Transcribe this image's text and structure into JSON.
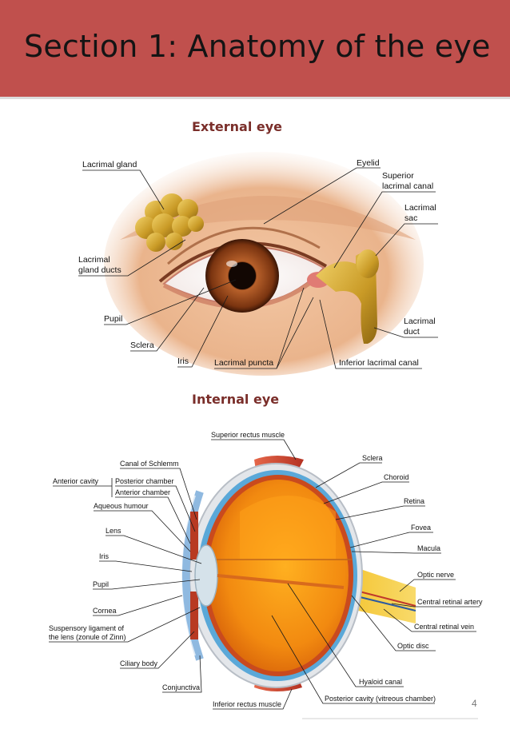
{
  "page": {
    "title": "Section 1: Anatomy of the eye",
    "page_number": "4"
  },
  "external_eye": {
    "heading": "External eye",
    "labels": {
      "lacrimal_gland": "Lacrimal gland",
      "eyelid": "Eyelid",
      "superior_canal_1": "Superior",
      "superior_canal_2": "lacrimal canal",
      "lacrimal_sac_1": "Lacrimal",
      "lacrimal_sac_2": "sac",
      "gland_ducts_1": "Lacrimal",
      "gland_ducts_2": "gland ducts",
      "pupil": "Pupil",
      "sclera": "Sclera",
      "iris": "Iris",
      "lacrimal_puncta": "Lacrimal puncta",
      "inferior_canal": "Inferior lacrimal canal",
      "lacrimal_duct_1": "Lacrimal",
      "lacrimal_duct_2": "duct"
    }
  },
  "internal_eye": {
    "heading": "Internal eye",
    "labels": {
      "superior_rectus": "Superior rectus muscle",
      "canal_schlemm": "Canal of Schlemm",
      "anterior_cavity": "Anterior cavity",
      "posterior_chamber": "Posterior chamber",
      "anterior_chamber": "Anterior chamber",
      "aqueous_humour": "Aqueous humour",
      "lens": "Lens",
      "iris": "Iris",
      "pupil": "Pupil",
      "cornea": "Cornea",
      "suspensory_1": "Suspensory ligament of",
      "suspensory_2": "the lens (zonule of Zinn)",
      "ciliary_body": "Ciliary body",
      "conjunctiva": "Conjunctiva",
      "inferior_rectus": "Inferior rectus muscle",
      "sclera": "Sclera",
      "choroid": "Choroid",
      "retina": "Retina",
      "fovea": "Fovea",
      "macula": "Macula",
      "optic_nerve": "Optic nerve",
      "central_artery": "Central retinal artery",
      "central_vein": "Central retinal vein",
      "optic_disc": "Optic disc",
      "hyaloid_canal": "Hyaloid canal",
      "posterior_cavity": "Posterior cavity (vitreous chamber)"
    }
  }
}
